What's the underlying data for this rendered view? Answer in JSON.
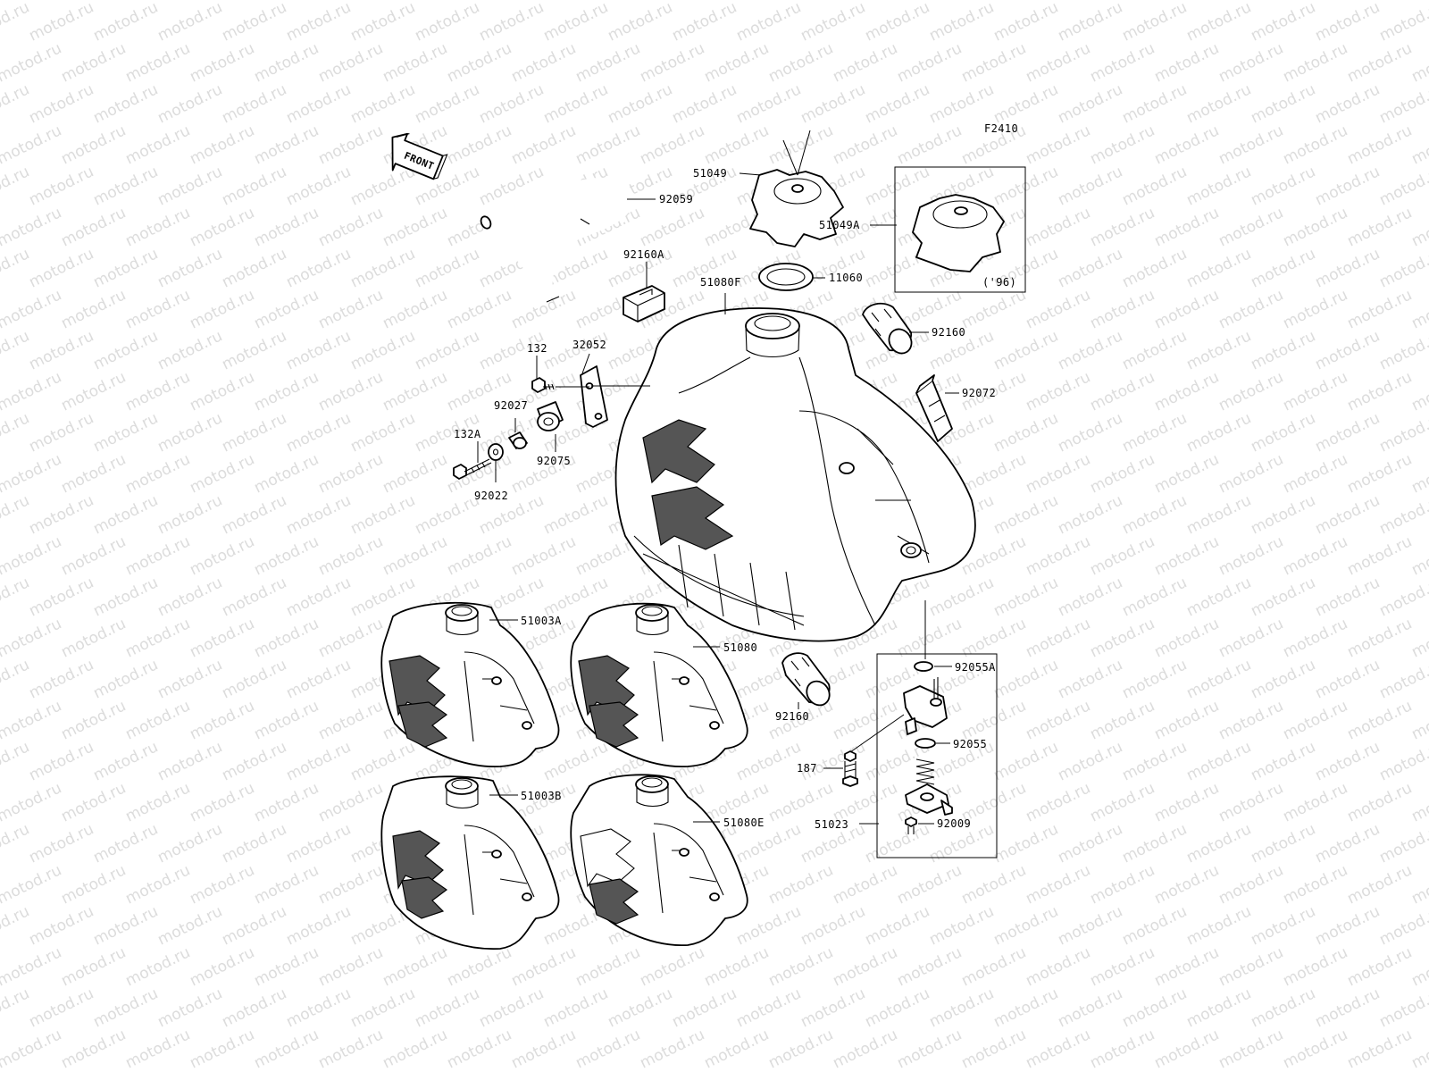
{
  "diagram": {
    "figure_code": "F2410",
    "front_label": "FRONT",
    "watermark_text": "motod.ru",
    "callouts": {
      "p92059": "92059",
      "p51049": "51049",
      "p51049A": "51049A",
      "p11060": "11060",
      "p96": "('96)",
      "p92160A": "92160A",
      "p51080F": "51080F",
      "p92160_top": "92160",
      "p132": "132",
      "p32052": "32052",
      "p92027": "92027",
      "p92072": "92072",
      "p132A": "132A",
      "p92075": "92075",
      "p92022": "92022",
      "p51003A": "51003A",
      "p51080": "51080",
      "p92055A": "92055A",
      "p92160_bottom": "92160",
      "p92055": "92055",
      "p187": "187",
      "p51003B": "51003B",
      "p51080E": "51080E",
      "p51023": "51023",
      "p92009": "92009"
    }
  }
}
